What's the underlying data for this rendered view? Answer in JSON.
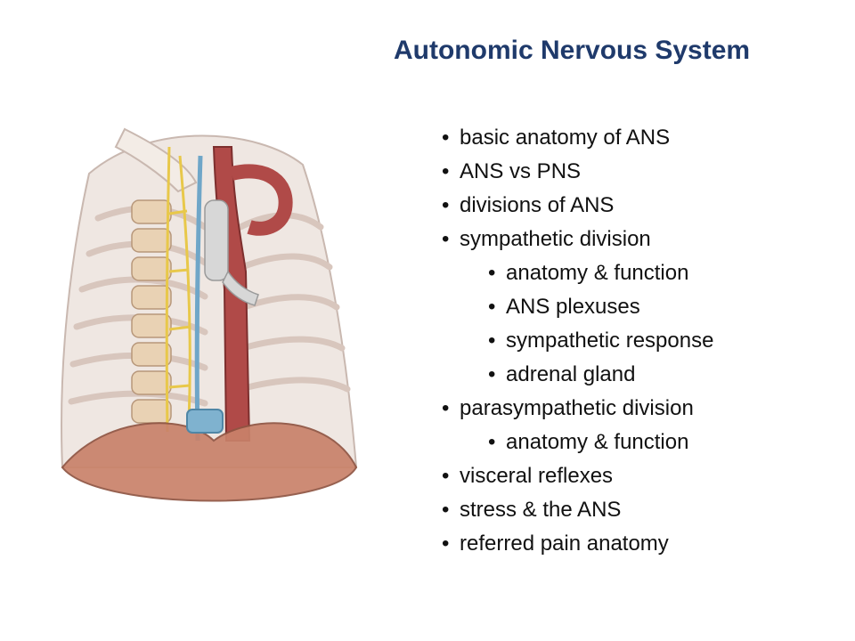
{
  "slide": {
    "title": "Autonomic Nervous System",
    "topics": [
      {
        "label": "basic anatomy of ANS",
        "level": 1
      },
      {
        "label": "ANS vs PNS",
        "level": 1
      },
      {
        "label": "divisions of ANS",
        "level": 1
      },
      {
        "label": "sympathetic division",
        "level": 1
      },
      {
        "label": "anatomy & function",
        "level": 2
      },
      {
        "label": "ANS plexuses",
        "level": 2
      },
      {
        "label": "sympathetic response",
        "level": 2
      },
      {
        "label": "adrenal gland",
        "level": 2
      },
      {
        "label": "parasympathetic division",
        "level": 1
      },
      {
        "label": "anatomy & function",
        "level": 2
      },
      {
        "label": "visceral reflexes",
        "level": 1
      },
      {
        "label": "stress & the ANS",
        "level": 1
      },
      {
        "label": "referred pain anatomy",
        "level": 1
      }
    ],
    "bullet_glyph": "•",
    "colors": {
      "title": "#1f3a6b",
      "text": "#111111",
      "nerve": "#e8c84a",
      "vessel_artery": "#b04a48",
      "vessel_vein": "#6fa6c8",
      "bone": "#e9d2b4",
      "muscle": "#c9826a"
    }
  }
}
